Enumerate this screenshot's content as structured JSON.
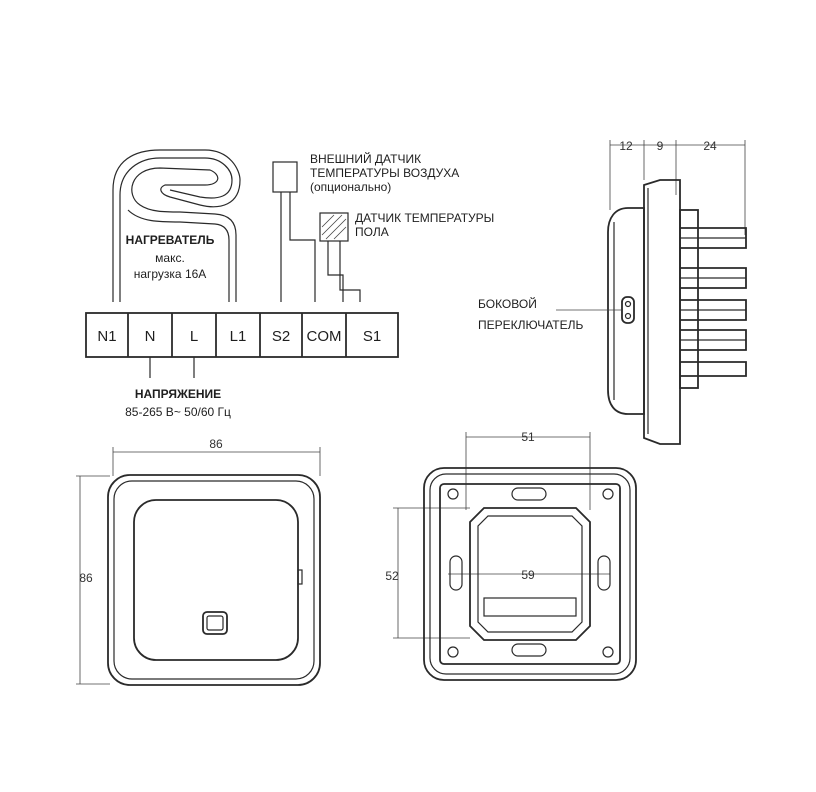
{
  "heater": {
    "title": "НАГРЕВАТЕЛЬ",
    "line2": "макс.",
    "line3": "нагрузка 16А"
  },
  "air_sensor": {
    "line1": "ВНЕШНИЙ ДАТЧИК",
    "line2": "ТЕМПЕРАТУРЫ ВОЗДУХА",
    "line3": "(опционально)"
  },
  "floor_sensor": {
    "line1": "ДАТЧИК ТЕМПЕРАТУРЫ",
    "line2": "ПОЛА"
  },
  "terminals": [
    "N1",
    "N",
    "L",
    "L1",
    "S2",
    "COM",
    "S1"
  ],
  "voltage": {
    "title": "НАПРЯЖЕНИЕ",
    "value": "85-265 В~ 50/60 Гц"
  },
  "side_switch": {
    "line1": "БОКОВОЙ",
    "line2": "ПЕРЕКЛЮЧАТЕЛЬ"
  },
  "dimensions": {
    "side_a": "12",
    "side_b": "9",
    "side_c": "24",
    "front_width": "86",
    "front_height": "86",
    "back_width": "51",
    "back_inner": "59",
    "back_height": "52"
  }
}
